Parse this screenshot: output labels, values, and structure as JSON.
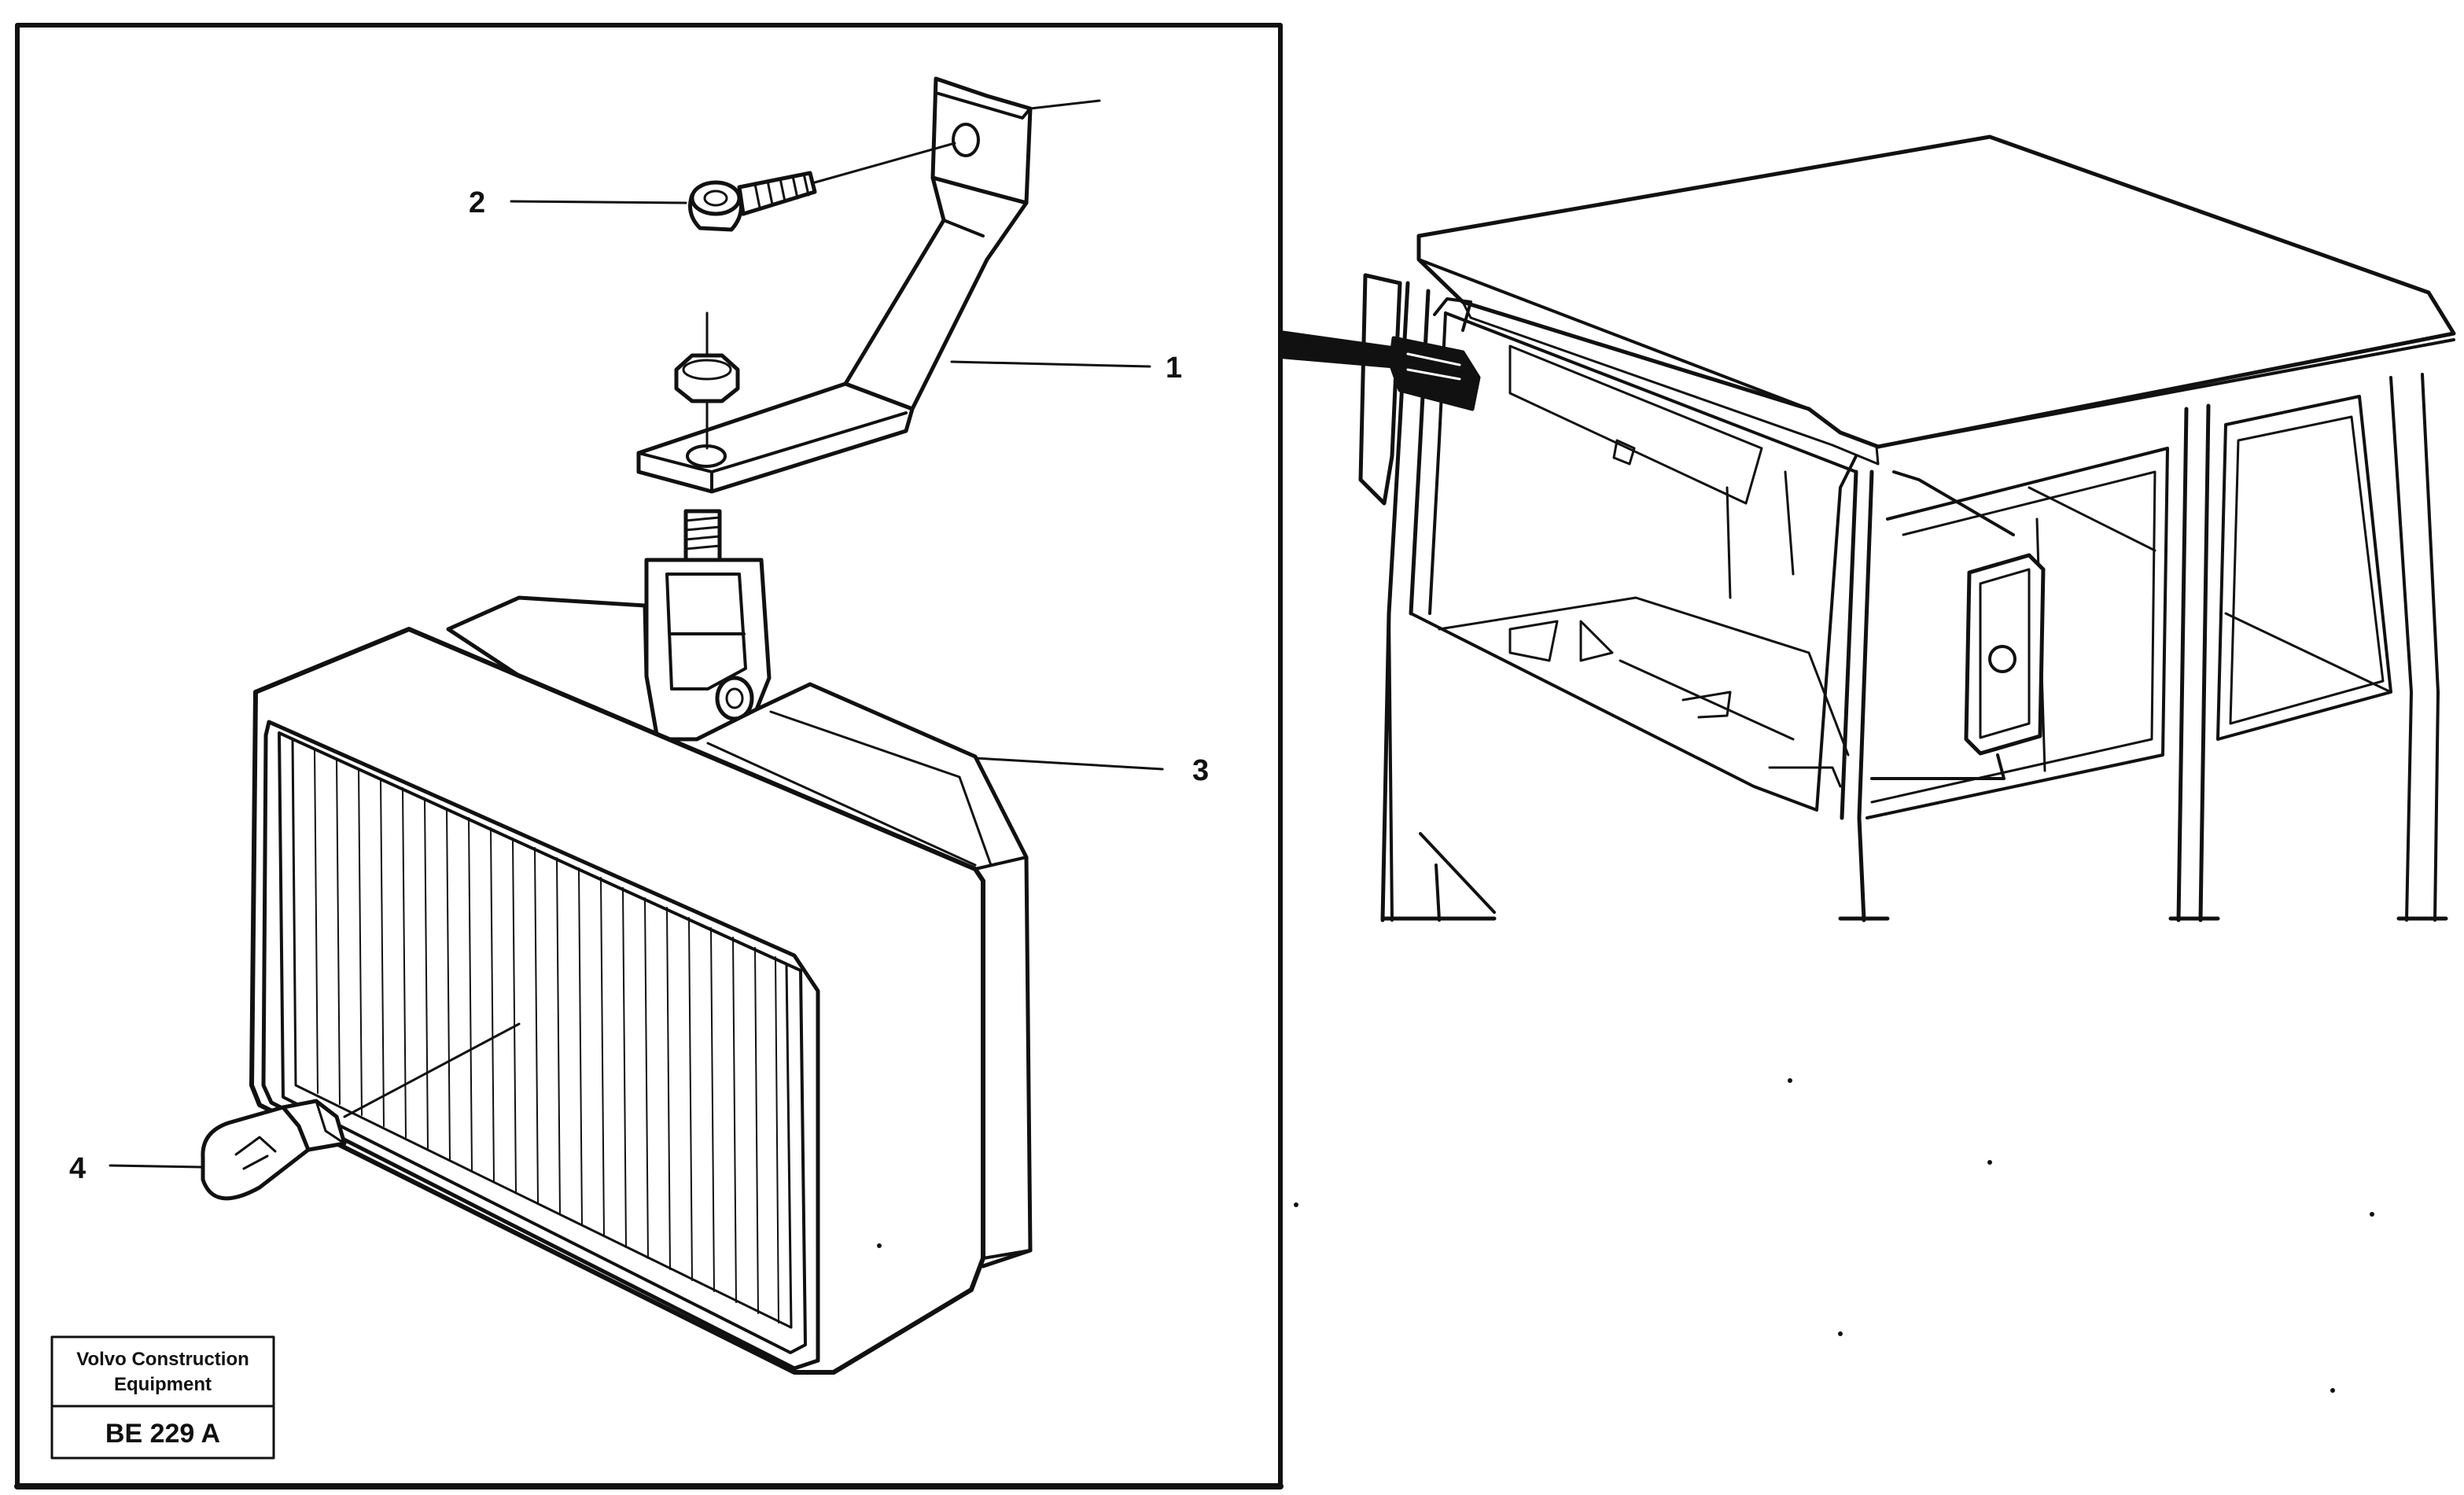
{
  "diagram": {
    "callouts": [
      {
        "id": "1",
        "label": "1",
        "part": "bracket"
      },
      {
        "id": "2",
        "label": "2",
        "part": "screw"
      },
      {
        "id": "3",
        "label": "3",
        "part": "work-lamp"
      },
      {
        "id": "4",
        "label": "4",
        "part": "bulb"
      }
    ],
    "stamp": {
      "company_line_1": "Volvo Construction",
      "company_line_2": "Equipment",
      "code": "BE 229 A"
    }
  },
  "colors": {
    "ink": "#111111",
    "paper": "#ffffff"
  }
}
